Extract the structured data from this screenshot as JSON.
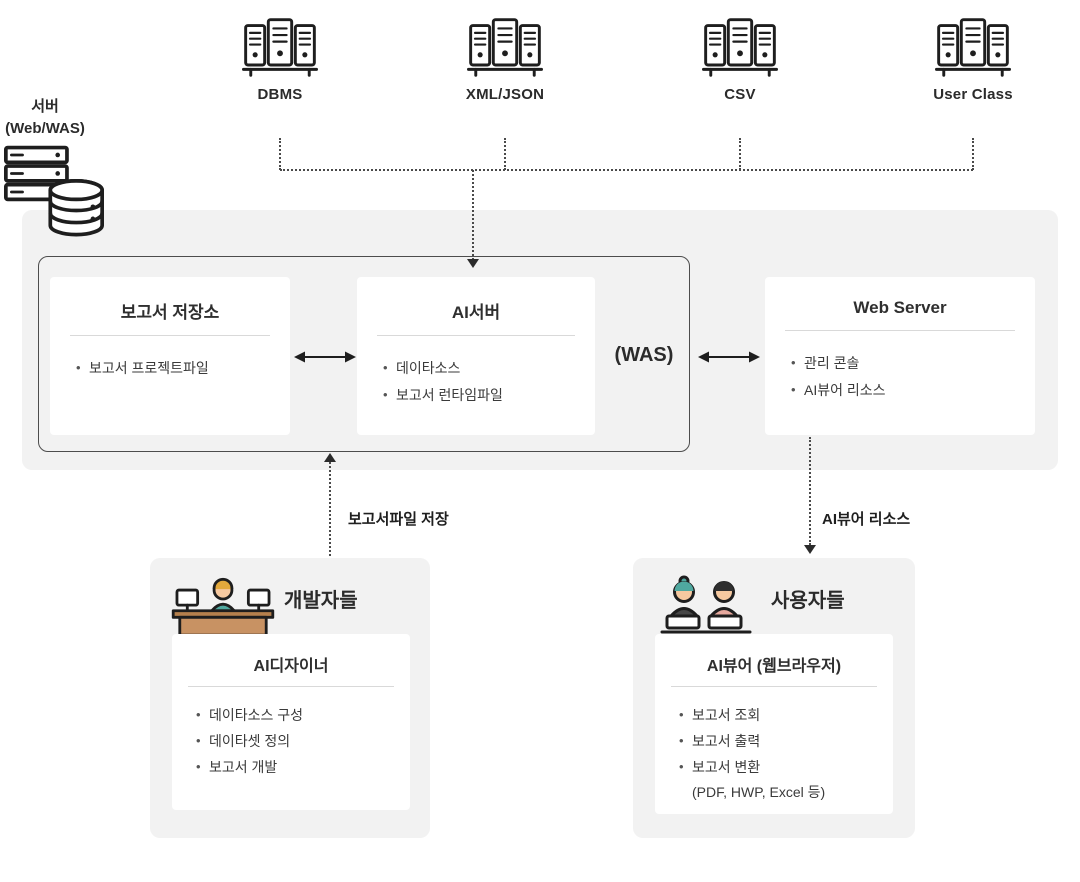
{
  "top_sources": [
    {
      "label": "DBMS",
      "icon": "server-rack-icon"
    },
    {
      "label": "XML/JSON",
      "icon": "server-rack-icon"
    },
    {
      "label": "CSV",
      "icon": "server-rack-icon"
    },
    {
      "label": "User Class",
      "icon": "server-rack-icon"
    }
  ],
  "server": {
    "label_line1": "서버",
    "label_line2": "(Web/WAS)",
    "icon": "server-database-icon"
  },
  "was": {
    "label": "(WAS)",
    "report_storage": {
      "title": "보고서 저장소",
      "items": [
        "보고서 프로젝트파일"
      ]
    },
    "ai_server": {
      "title": "AI서버",
      "items": [
        "데이타소스",
        "보고서 런타임파일"
      ]
    },
    "web_server": {
      "title": "Web Server",
      "items": [
        "관리 콘솔",
        "AI뷰어 리소스"
      ]
    }
  },
  "flows": {
    "report_save_label": "보고서파일 저장",
    "viewer_resource_label": "AI뷰어 리소스"
  },
  "developers": {
    "title": "개발자들",
    "icon": "developer-desk-icon",
    "card": {
      "title": "AI디자이너",
      "items": [
        "데이타소스 구성",
        "데이타셋 정의",
        "보고서 개발"
      ]
    }
  },
  "users": {
    "title": "사용자들",
    "icon": "users-laptops-icon",
    "card": {
      "title": "AI뷰어 (웹브라우저)",
      "items": [
        "보고서 조회",
        "보고서 출력",
        "보고서 변환",
        "(PDF, HWP, Excel 등)"
      ]
    }
  },
  "colors": {
    "panel_bg": "#f2f2f2",
    "card_bg": "#ffffff",
    "line": "#2b2b2b",
    "divider": "#d9d9d9",
    "desk_brown": "#b5804d",
    "teal": "#4fa89f"
  }
}
